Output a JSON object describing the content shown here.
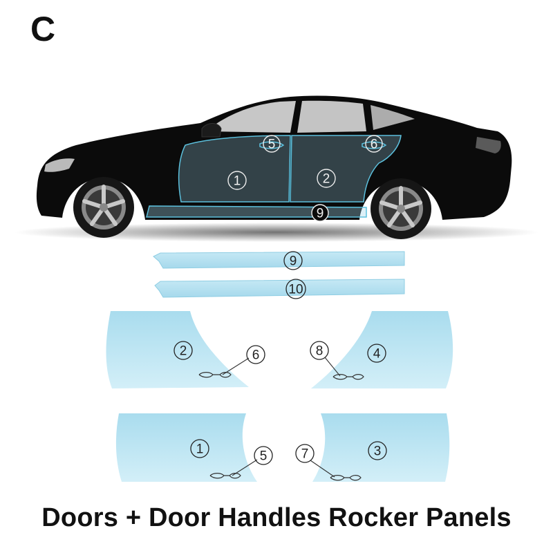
{
  "variant_letter": "C",
  "caption": "Doors + Door Handles Rocker Panels",
  "colors": {
    "film": "#bfe6f3",
    "film_dark": "#9fd3e8",
    "film_outline": "#5cc0dd",
    "car_body": "#0b0b0b",
    "label_stroke": "#222222"
  },
  "car_labels": [
    "1",
    "2",
    "5",
    "6",
    "9"
  ],
  "strip_labels": [
    "9",
    "10"
  ],
  "panel_labels": {
    "rear_left_door": "2",
    "rear_left_handle": "6",
    "rear_right_door": "4",
    "rear_right_handle": "8",
    "front_left_door": "1",
    "front_left_handle": "5",
    "front_right_door": "3",
    "front_right_handle": "7"
  }
}
